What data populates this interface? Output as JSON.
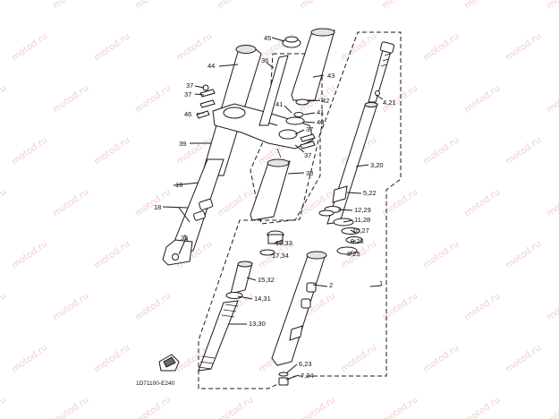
{
  "watermark": "motod.ru",
  "diagram_code": "1D71100-E240",
  "labels": {
    "p1": "1",
    "p2": "2",
    "p3_20": "3,20",
    "p4_21": "4,21",
    "p5_22": "5,22",
    "p6_23": "6,23",
    "p7_24": "7,24",
    "p8_25": "8,25",
    "p9_26": "9,26",
    "p10_27": "10,27",
    "p11_28": "11,28",
    "p12_29": "12,29",
    "p13_30": "13,30",
    "p14_31": "14,31",
    "p15_32": "15,32",
    "p16_33": "16,33",
    "p17_34": "17,34",
    "p18": "18",
    "p19": "19",
    "p35": "35",
    "p36": "36",
    "p37a": "37",
    "p37b": "37",
    "p37c": "37",
    "p37d": "37",
    "p38": "38",
    "p39": "39",
    "p40": "40",
    "p41a": "41",
    "p41b": "41",
    "p42": "42",
    "p43": "43",
    "p44": "44",
    "p45": "45",
    "p46": "46"
  }
}
